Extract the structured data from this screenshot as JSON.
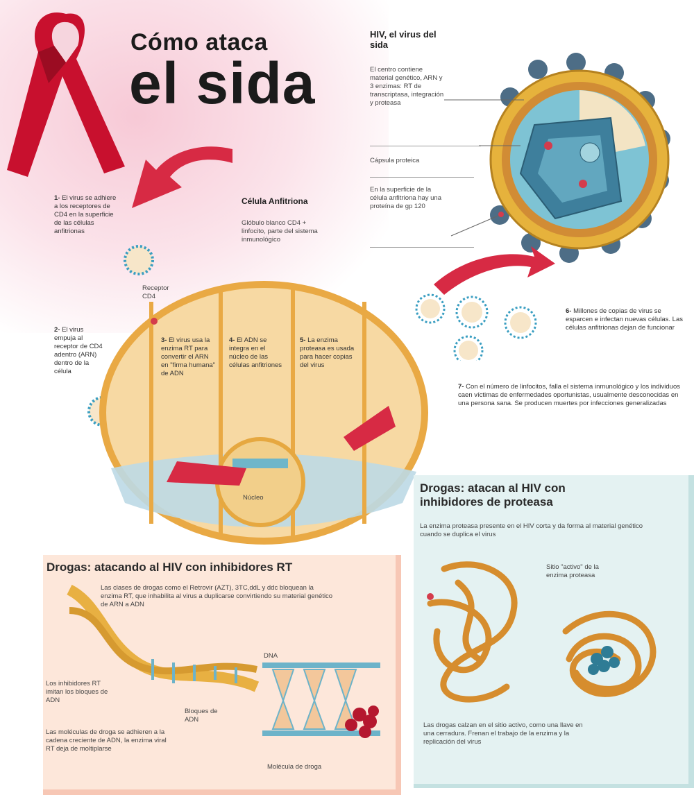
{
  "title": {
    "line1": "Cómo ataca",
    "line2": "el sida"
  },
  "virus": {
    "title": "HIV, el virus del sida",
    "desc": "El centro contiene material genético, ARN y 3 enzimas: RT de transcriptasa, integración y proteasa",
    "capsule": "Cápsula proteica",
    "surface": "En la superficie de la célula anfitriona hay una proteína de gp 120"
  },
  "host": {
    "title": "Célula Anfitriona",
    "desc": "Glóbulo blanco CD4 + linfocito, parte del sistema inmunológico"
  },
  "receptor": "Receptor CD4",
  "nucleus": "Núcleo",
  "steps": [
    {
      "num": "1-",
      "text": "El virus se adhiere a los receptores de CD4 en la superficie de las células anfitrionas"
    },
    {
      "num": "2-",
      "text": "El virus empuja al receptor de CD4 adentro (ARN) dentro de la célula"
    },
    {
      "num": "3-",
      "text": "El virus usa la enzima RT para convertir el ARN en \"firma humana\" de ADN"
    },
    {
      "num": "4-",
      "text": "El ADN se integra en el núcleo de las células anfitriones"
    },
    {
      "num": "5-",
      "text": "La enzima proteasa es usada para hacer copias del virus"
    },
    {
      "num": "6-",
      "text": "Millones de copias de virus se esparcen e infectan nuevas células. Las células anfitrionas dejan de funcionar"
    },
    {
      "num": "7-",
      "text": "Con el número de linfocitos, falla el sistema inmunológico y los individuos caen víctimas de enfermedades oportunistas, usualmente desconocidas en una persona sana. Se producen muertes por infecciones generalizadas"
    }
  ],
  "rt_box": {
    "title": "Drogas: atacando al HIV con inhibidores RT",
    "desc": "Las clases de drogas como el Retrovir (AZT), 3TC,ddL y ddc bloquean la enzima RT, que inhabilita al virus a duplicarse convirtiendo su material genético de ARN a ADN",
    "dna": "DNA",
    "inhibit": "Los inhibidores RT imitan los bloques de ADN",
    "block": "Bloques de ADN",
    "molecules": "Las moléculas de droga se adhieren a la cadena creciente de ADN, la enzima viral RT deja de moltiplarse",
    "drug_mol": "Molécula de droga"
  },
  "protease_box": {
    "title": "Drogas: atacan al HIV con inhibidores de proteasa",
    "desc": "La enzima proteasa presente en el HIV corta y da forma al material genético cuando se duplica el virus",
    "active": "Sitio \"activo\" de la enzima proteasa",
    "bottom": "Las drogas calzan en el sitio activo, como una llave en una cerradura. Frenan el trabajo de la enzima y la replicación del virus"
  },
  "colors": {
    "ribbon": "#c8102e",
    "arrow": "#d72a44",
    "virus_body": "#e6b23c",
    "virus_blue": "#3e7f9c",
    "cell": "#f7d9a3",
    "cell_edge": "#e9a944"
  }
}
